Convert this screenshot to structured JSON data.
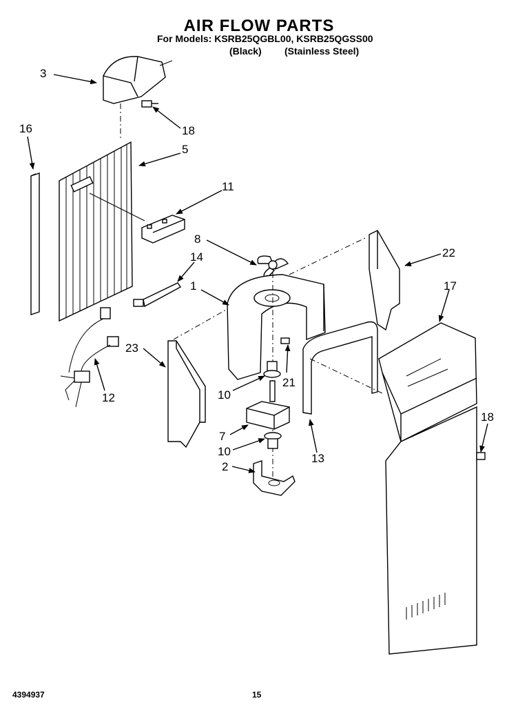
{
  "header": {
    "title": "AIR FLOW PARTS",
    "models": "For Models: KSRB25QGBL00, KSRB25QGSS00",
    "variant_black": "(Black)",
    "variant_stainless": "(Stainless Steel)"
  },
  "footer": {
    "doc_number": "4394937",
    "page_number": "15"
  },
  "callouts": {
    "c1": "1",
    "c2": "2",
    "c3": "3",
    "c5": "5",
    "c7": "7",
    "c8": "8",
    "c10a": "10",
    "c10b": "10",
    "c11": "11",
    "c12": "12",
    "c13": "13",
    "c14": "14",
    "c16": "16",
    "c17": "17",
    "c18a": "18",
    "c18b": "18",
    "c21": "21",
    "c22": "22",
    "c23": "23"
  }
}
